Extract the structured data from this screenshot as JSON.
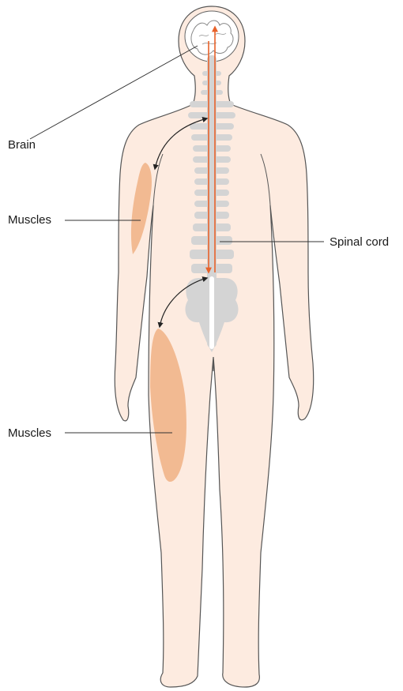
{
  "labels": {
    "brain": "Brain",
    "muscles_arm": "Muscles",
    "spinal_cord": "Spinal cord",
    "muscles_leg": "Muscles"
  },
  "colors": {
    "body_fill": "#fdebe0",
    "outline": "#555555",
    "spine": "#d4d4d4",
    "muscle": "#f2ba92",
    "signal_arrow": "#e8622a",
    "leader_line": "#333333"
  }
}
